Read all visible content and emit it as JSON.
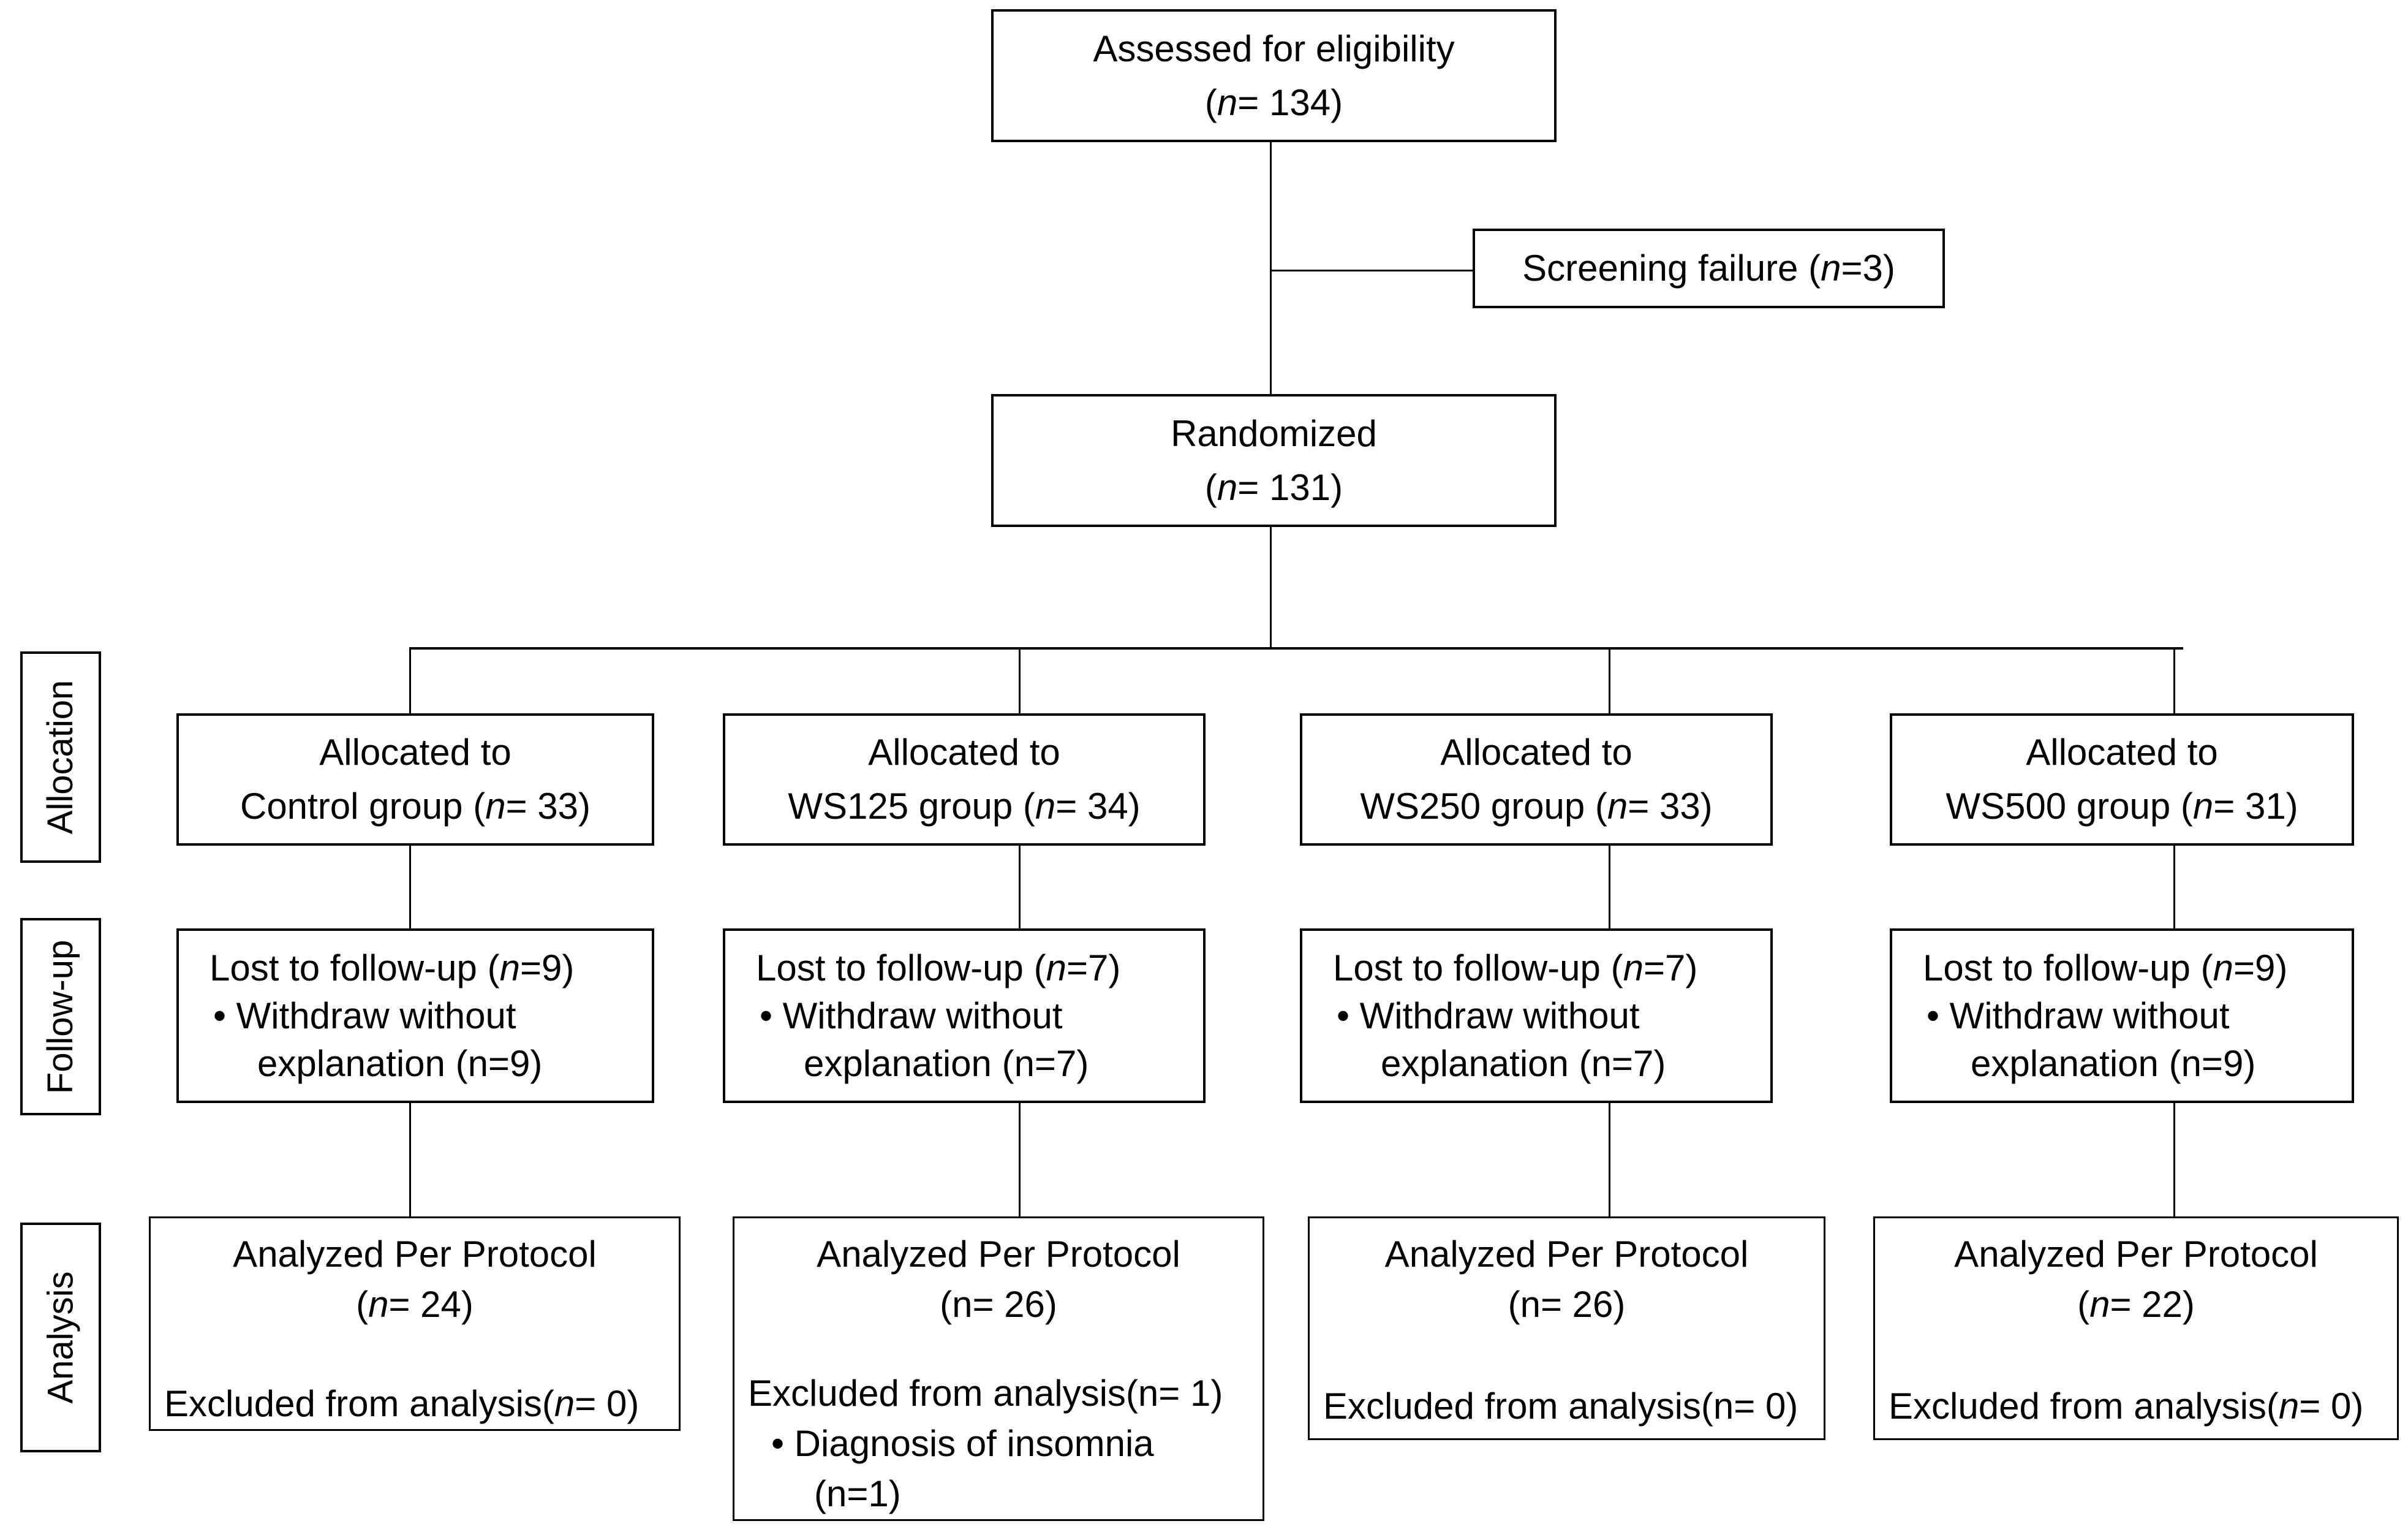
{
  "colors": {
    "border": "#000000",
    "background": "#ffffff",
    "text": "#000000"
  },
  "diagram": {
    "stages": [
      {
        "label": "Allocation"
      },
      {
        "label": "Follow-up"
      },
      {
        "label": "Analysis"
      }
    ],
    "boxes": {
      "assessed": {
        "lines": [
          {
            "s": [
              {
                "t": "Assessed for eligibility"
              }
            ]
          },
          {
            "s": [
              {
                "t": "("
              },
              {
                "t": "n",
                "i": true
              },
              {
                "t": "= 134)"
              }
            ]
          }
        ]
      },
      "screening": {
        "lines": [
          {
            "s": [
              {
                "t": "Screening failure ("
              },
              {
                "t": "n",
                "i": true
              },
              {
                "t": "=3)"
              }
            ]
          }
        ]
      },
      "randomized": {
        "lines": [
          {
            "s": [
              {
                "t": "Randomized"
              }
            ]
          },
          {
            "s": [
              {
                "t": "("
              },
              {
                "t": "n",
                "i": true
              },
              {
                "t": "= 131)"
              }
            ]
          }
        ]
      },
      "allocation": [
        {
          "lines": [
            {
              "s": [
                {
                  "t": "Allocated to"
                }
              ]
            },
            {
              "s": [
                {
                  "t": "Control group ("
                },
                {
                  "t": "n",
                  "i": true
                },
                {
                  "t": "= 33)"
                }
              ]
            }
          ]
        },
        {
          "lines": [
            {
              "s": [
                {
                  "t": "Allocated to"
                }
              ]
            },
            {
              "s": [
                {
                  "t": "WS125 group ("
                },
                {
                  "t": "n",
                  "i": true
                },
                {
                  "t": "= 34)"
                }
              ]
            }
          ]
        },
        {
          "lines": [
            {
              "s": [
                {
                  "t": "Allocated to"
                }
              ]
            },
            {
              "s": [
                {
                  "t": "WS250 group ("
                },
                {
                  "t": "n",
                  "i": true
                },
                {
                  "t": "= 33)"
                }
              ]
            }
          ]
        },
        {
          "lines": [
            {
              "s": [
                {
                  "t": "Allocated to"
                }
              ]
            },
            {
              "s": [
                {
                  "t": "WS500 group ("
                },
                {
                  "t": "n",
                  "i": true
                },
                {
                  "t": "= 31)"
                }
              ]
            }
          ]
        }
      ],
      "followup": [
        {
          "lines": [
            {
              "c": "left",
              "s": [
                {
                  "t": "Lost to follow-up ("
                },
                {
                  "t": "n",
                  "i": true
                },
                {
                  "t": "=9)"
                }
              ]
            },
            {
              "c": "bullet",
              "s": [
                {
                  "t": "• Withdraw without"
                }
              ]
            },
            {
              "c": "indent",
              "s": [
                {
                  "t": "explanation (n=9)"
                }
              ]
            }
          ]
        },
        {
          "lines": [
            {
              "c": "left",
              "s": [
                {
                  "t": "Lost to follow-up ("
                },
                {
                  "t": "n",
                  "i": true
                },
                {
                  "t": "=7)"
                }
              ]
            },
            {
              "c": "bullet",
              "s": [
                {
                  "t": "• Withdraw without"
                }
              ]
            },
            {
              "c": "indent",
              "s": [
                {
                  "t": "explanation (n=7)"
                }
              ]
            }
          ]
        },
        {
          "lines": [
            {
              "c": "left",
              "s": [
                {
                  "t": "Lost to follow-up ("
                },
                {
                  "t": "n",
                  "i": true
                },
                {
                  "t": "=7)"
                }
              ]
            },
            {
              "c": "bullet",
              "s": [
                {
                  "t": "• Withdraw without"
                }
              ]
            },
            {
              "c": "indent",
              "s": [
                {
                  "t": "explanation (n=7)"
                }
              ]
            }
          ]
        },
        {
          "lines": [
            {
              "c": "left",
              "s": [
                {
                  "t": "Lost to follow-up ("
                },
                {
                  "t": "n",
                  "i": true
                },
                {
                  "t": "=9)"
                }
              ]
            },
            {
              "c": "bullet",
              "s": [
                {
                  "t": "• Withdraw without"
                }
              ]
            },
            {
              "c": "indent",
              "s": [
                {
                  "t": "explanation (n=9)"
                }
              ]
            }
          ]
        }
      ],
      "analysis": [
        {
          "lines": [
            {
              "s": [
                {
                  "t": "Analyzed Per Protocol"
                }
              ]
            },
            {
              "s": [
                {
                  "t": "("
                },
                {
                  "t": "n",
                  "i": true
                },
                {
                  "t": "= 24)"
                }
              ]
            },
            {
              "c": "spacer"
            },
            {
              "c": "excl",
              "s": [
                {
                  "t": "Excluded from analysis("
                },
                {
                  "t": "n",
                  "i": true
                },
                {
                  "t": "= 0)"
                }
              ]
            }
          ]
        },
        {
          "lines": [
            {
              "s": [
                {
                  "t": "Analyzed Per Protocol"
                }
              ]
            },
            {
              "s": [
                {
                  "t": "(n= 26)"
                }
              ]
            },
            {
              "c": "spacer"
            },
            {
              "c": "excl",
              "s": [
                {
                  "t": "Excluded from analysis(n= 1)"
                }
              ]
            },
            {
              "c": "bullet2",
              "s": [
                {
                  "t": "• Diagnosis of insomnia"
                }
              ]
            },
            {
              "c": "indent2",
              "s": [
                {
                  "t": "(n=1)"
                }
              ]
            }
          ]
        },
        {
          "lines": [
            {
              "s": [
                {
                  "t": "Analyzed Per Protocol"
                }
              ]
            },
            {
              "s": [
                {
                  "t": "(n= 26)"
                }
              ]
            },
            {
              "c": "spacer"
            },
            {
              "c": "excl",
              "s": [
                {
                  "t": "Excluded from analysis(n= 0)"
                }
              ]
            }
          ]
        },
        {
          "lines": [
            {
              "s": [
                {
                  "t": "Analyzed Per Protocol"
                }
              ]
            },
            {
              "s": [
                {
                  "t": "("
                },
                {
                  "t": "n",
                  "i": true
                },
                {
                  "t": "= 22)"
                }
              ]
            },
            {
              "c": "spacer"
            },
            {
              "c": "excl",
              "s": [
                {
                  "t": "Excluded from analysis("
                },
                {
                  "t": "n",
                  "i": true
                },
                {
                  "t": "= 0)"
                }
              ]
            }
          ]
        }
      ]
    }
  }
}
